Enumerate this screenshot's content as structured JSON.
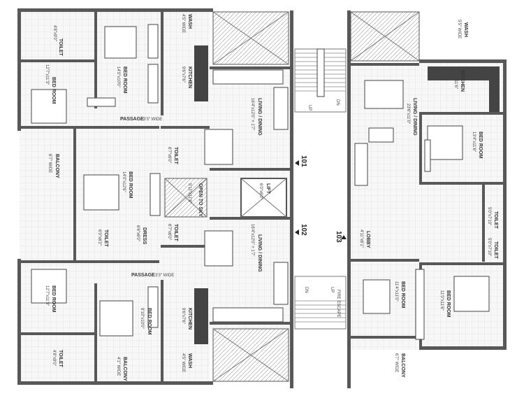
{
  "units": {
    "u101": "101",
    "u102": "102",
    "u103": "103"
  },
  "rooms": {
    "toilet_tl": {
      "name": "TOILET",
      "dim": "4'8\"x9'0\""
    },
    "bed_tl": {
      "name": "BED ROOM",
      "dim": "12'7\"x11'3\""
    },
    "bed_tc": {
      "name": "BED ROOM",
      "dim": "14'0\"x10'0\""
    },
    "kitchen_t": {
      "name": "KITCHEN",
      "dim": "9'6\"x7'6\""
    },
    "wash_t": {
      "name": "WASH",
      "dim": "4'5\" WIDE"
    },
    "passage_t": {
      "name": "PASSAGE",
      "dim": "3'3\" WIDE"
    },
    "living_101": {
      "name": "LIVING / DINING",
      "dim": "16'4\"x12'0\" + 1'7\""
    },
    "toilet_101": {
      "name": "TOILET",
      "dim": "6'7\"x6'0\""
    },
    "balcony_l": {
      "name": "BALCONY",
      "dim": "6'7\" WIDE"
    },
    "bed_ml": {
      "name": "BED ROOM",
      "dim": "14'0\"x12'6\""
    },
    "dress": {
      "name": "DRESS",
      "dim": "6'6\"x6'0\""
    },
    "toilet_ml": {
      "name": "TOILET",
      "dim": "6'0\"x6'2\""
    },
    "open_sky": {
      "name": "OPEN TO SKY",
      "dim": "5'11\"x11'8\""
    },
    "lift": {
      "name": "LIFT",
      "dim": "6'0\"x6'0\""
    },
    "toilet_102": {
      "name": "TOILET",
      "dim": "6'7\"x6'0\""
    },
    "living_102": {
      "name": "LIVING / DINING",
      "dim": "16'4\"x12'0\" + 1'7\""
    },
    "passage_b": {
      "name": "PASSAGE",
      "dim": "3'3\" WIDE"
    },
    "bed_bl": {
      "name": "BED ROOM",
      "dim": "12'7\"x11'3\""
    },
    "bed_bc": {
      "name": "BED ROOM",
      "dim": "9'10\"x10'0\""
    },
    "kitchen_b": {
      "name": "KITCHEN",
      "dim": "9'6\"x7'6\""
    },
    "toilet_bl": {
      "name": "TOILET",
      "dim": "4'8\"x9'0\""
    },
    "balcony_b": {
      "name": "BALCONY",
      "dim": "4'1\" WIDE"
    },
    "wash_b": {
      "name": "WASH",
      "dim": "4'5\" WIDE"
    },
    "wash_r": {
      "name": "WASH",
      "dim": "5'5\" WIDE"
    },
    "kitchen_r": {
      "name": "KITCHEN",
      "dim": "10'0\"x11'6\""
    },
    "living_103": {
      "name": "LIVING / DINING",
      "dim": "23'6\"x11'0\""
    },
    "bed_r1": {
      "name": "BED ROOM",
      "dim": "13'4\"x11'6\""
    },
    "toilet_r1": {
      "name": "TOILET",
      "dim": "5'0\"x7'10\""
    },
    "toilet_r2": {
      "name": "TOILET",
      "dim": "5'0\"x7'10\""
    },
    "lobby": {
      "name": "LOBBY",
      "dim": "4'11\"x6'1\""
    },
    "bed_r2": {
      "name": "BED ROOM",
      "dim": "11'4\"x11'0\""
    },
    "bed_r3": {
      "name": "BED ROOM",
      "dim": "11'0\"x11'6\""
    },
    "balcony_r": {
      "name": "BALCONY",
      "dim": "6'7\" WIDE"
    },
    "fire_escape": {
      "name": "FIRE ESCAPE",
      "dim": ""
    }
  },
  "stairs": {
    "up": "UP",
    "dn": "DN",
    "up2": "UP",
    "dn2": "DN"
  }
}
